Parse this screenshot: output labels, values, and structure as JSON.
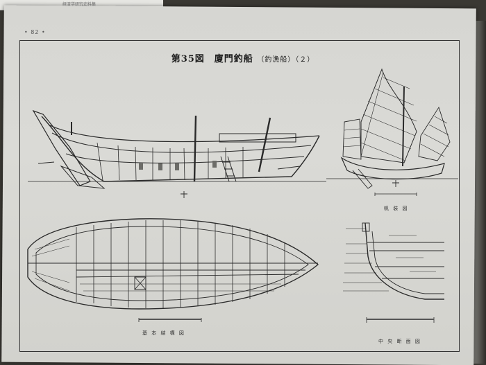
{
  "page": {
    "page_number": "• 82 •",
    "top_slip_text": "経済学研究史料集",
    "title": "第35図　廈門釣船",
    "title_sub": "（釣漁船）（２）"
  },
  "figures": {
    "side_view": {
      "caption": ""
    },
    "sail_view": {
      "caption": "帆 装 図"
    },
    "plan_view": {
      "caption": "基 本 結 構 図"
    },
    "section_view": {
      "caption": "中 央 断 面 図"
    }
  },
  "colors": {
    "ink": "#2a2a2a",
    "paper": "#d6d6d2",
    "background": "#3a3833"
  }
}
